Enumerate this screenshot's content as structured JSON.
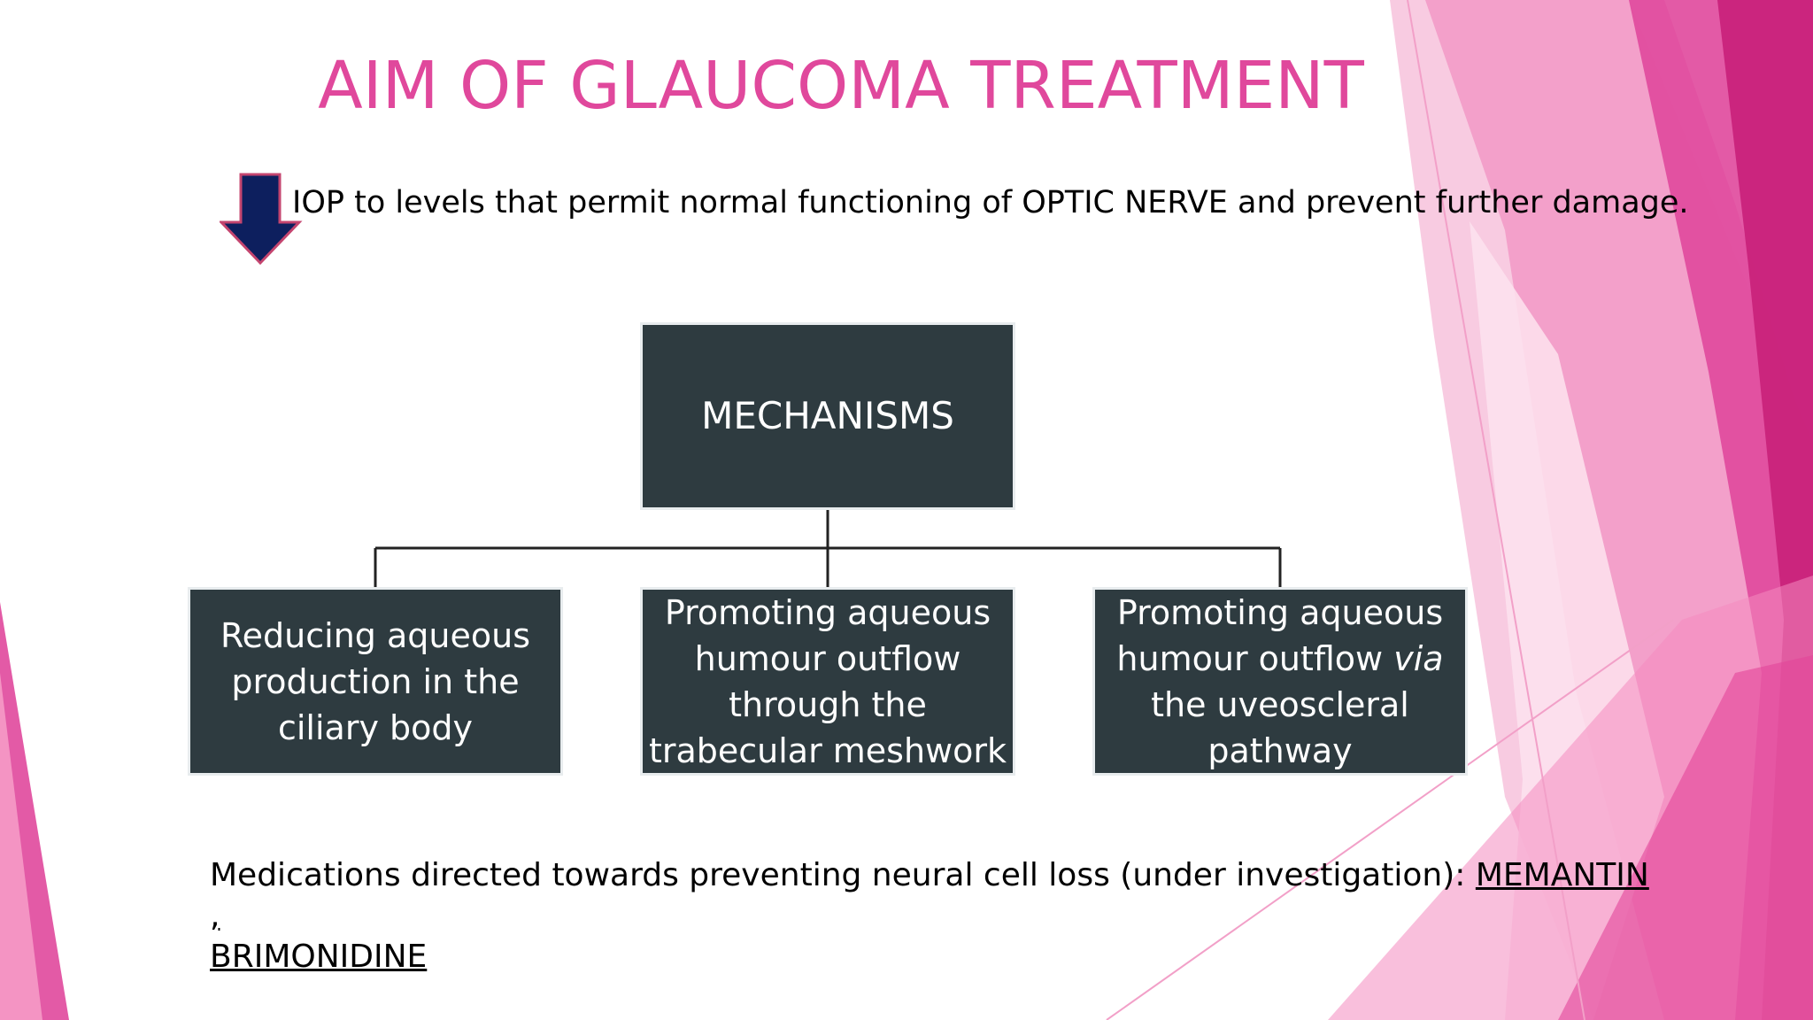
{
  "slide": {
    "title": "AIM OF GLAUCOMA TREATMENT",
    "title_color": "#e0489c",
    "intro": {
      "arrow_icon": "down-arrow-icon",
      "arrow_fill": "#0d1f5e",
      "arrow_stroke": "#c4456f",
      "text": "IOP to levels that permit normal functioning of OPTIC NERVE and prevent further damage."
    },
    "diagram": {
      "box_fill": "#2e3b40",
      "line_color": "#222222",
      "root": {
        "label": "MECHANISMS"
      },
      "children": [
        {
          "line1": "Reducing aqueous",
          "line2": "production in the",
          "line3": "ciliary body"
        },
        {
          "line1": "Promoting aqueous",
          "line2": "humour outflow",
          "line3": "through the",
          "line4": "trabecular meshwork"
        },
        {
          "line1": "Promoting aqueous",
          "line2_pre": "humour outflow ",
          "line2_em": "via",
          "line3": "the uveoscleral",
          "line4": "pathway"
        }
      ]
    },
    "footer": {
      "text": "Medications directed towards preventing neural cell loss (under investigation): ",
      "drug1": "MEMANTIN ,",
      "drug2": "BRIMONIDINE"
    },
    "accent_colors": [
      "#e0489c",
      "#f59ac6",
      "#c9237b",
      "#f7c2dc"
    ]
  }
}
